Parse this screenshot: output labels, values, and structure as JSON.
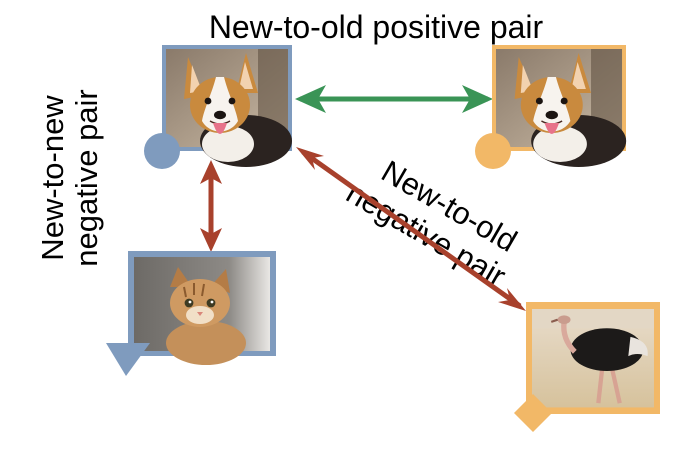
{
  "labels": {
    "positive_pair": "New-to-old positive pair",
    "new_to_new_line1": "New-to-new",
    "new_to_new_line2": "negative pair",
    "new_to_old_line1": "New-to-old",
    "new_to_old_line2": "negative pair"
  },
  "nodes": [
    {
      "name": "new-dog",
      "subject": "corgi dog photo",
      "frame_color": "#7F9BBE",
      "marker": "circle"
    },
    {
      "name": "old-dog",
      "subject": "corgi dog photo",
      "frame_color": "#F2B867",
      "marker": "circle"
    },
    {
      "name": "new-cat",
      "subject": "tabby kitten photo",
      "frame_color": "#7F9BBE",
      "marker": "triangle"
    },
    {
      "name": "old-ostrich",
      "subject": "ostrich photo",
      "frame_color": "#F2B867",
      "marker": "diamond"
    }
  ],
  "edges": [
    {
      "name": "positive-pair-arrow",
      "from": "new-dog",
      "to": "old-dog",
      "color": "#3A9456",
      "type": "positive"
    },
    {
      "name": "new-to-new-negative-arrow",
      "from": "new-dog",
      "to": "new-cat",
      "color": "#A8412C",
      "type": "negative"
    },
    {
      "name": "new-to-old-negative-arrow",
      "from": "new-dog",
      "to": "old-ostrich",
      "color": "#A8412C",
      "type": "negative"
    }
  ],
  "colors": {
    "new_model": "#7F9BBE",
    "old_model": "#F2B867",
    "positive": "#3A9456",
    "negative": "#A8412C"
  }
}
